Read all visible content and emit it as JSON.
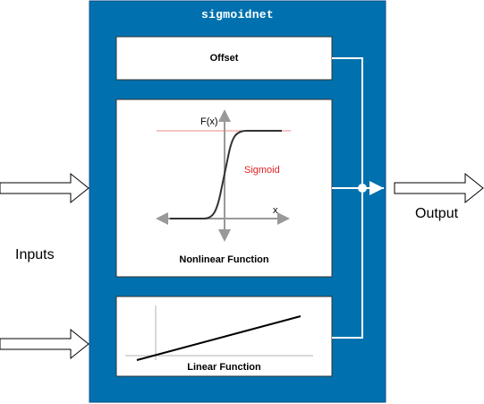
{
  "title": "sigmoidnet",
  "blocks": {
    "offset": {
      "label": "Offset"
    },
    "nonlinear": {
      "label": "Nonlinear Function",
      "fx_label": "F(x)",
      "x_label": "x",
      "curve_label": "Sigmoid"
    },
    "linear": {
      "label": "Linear Function"
    }
  },
  "io": {
    "inputs_label": "Inputs",
    "output_label": "Output"
  },
  "colors": {
    "container": "#0071AE",
    "container_border": "#10508A",
    "connector": "#FFFFFF",
    "sigmoid_label": "#E02020",
    "reference_line": "#F0A0A0",
    "axis": "#999999",
    "curve": "#333333"
  },
  "icons": {
    "input_arrow": "hollow-right-arrow",
    "output_arrow": "hollow-right-arrow"
  }
}
